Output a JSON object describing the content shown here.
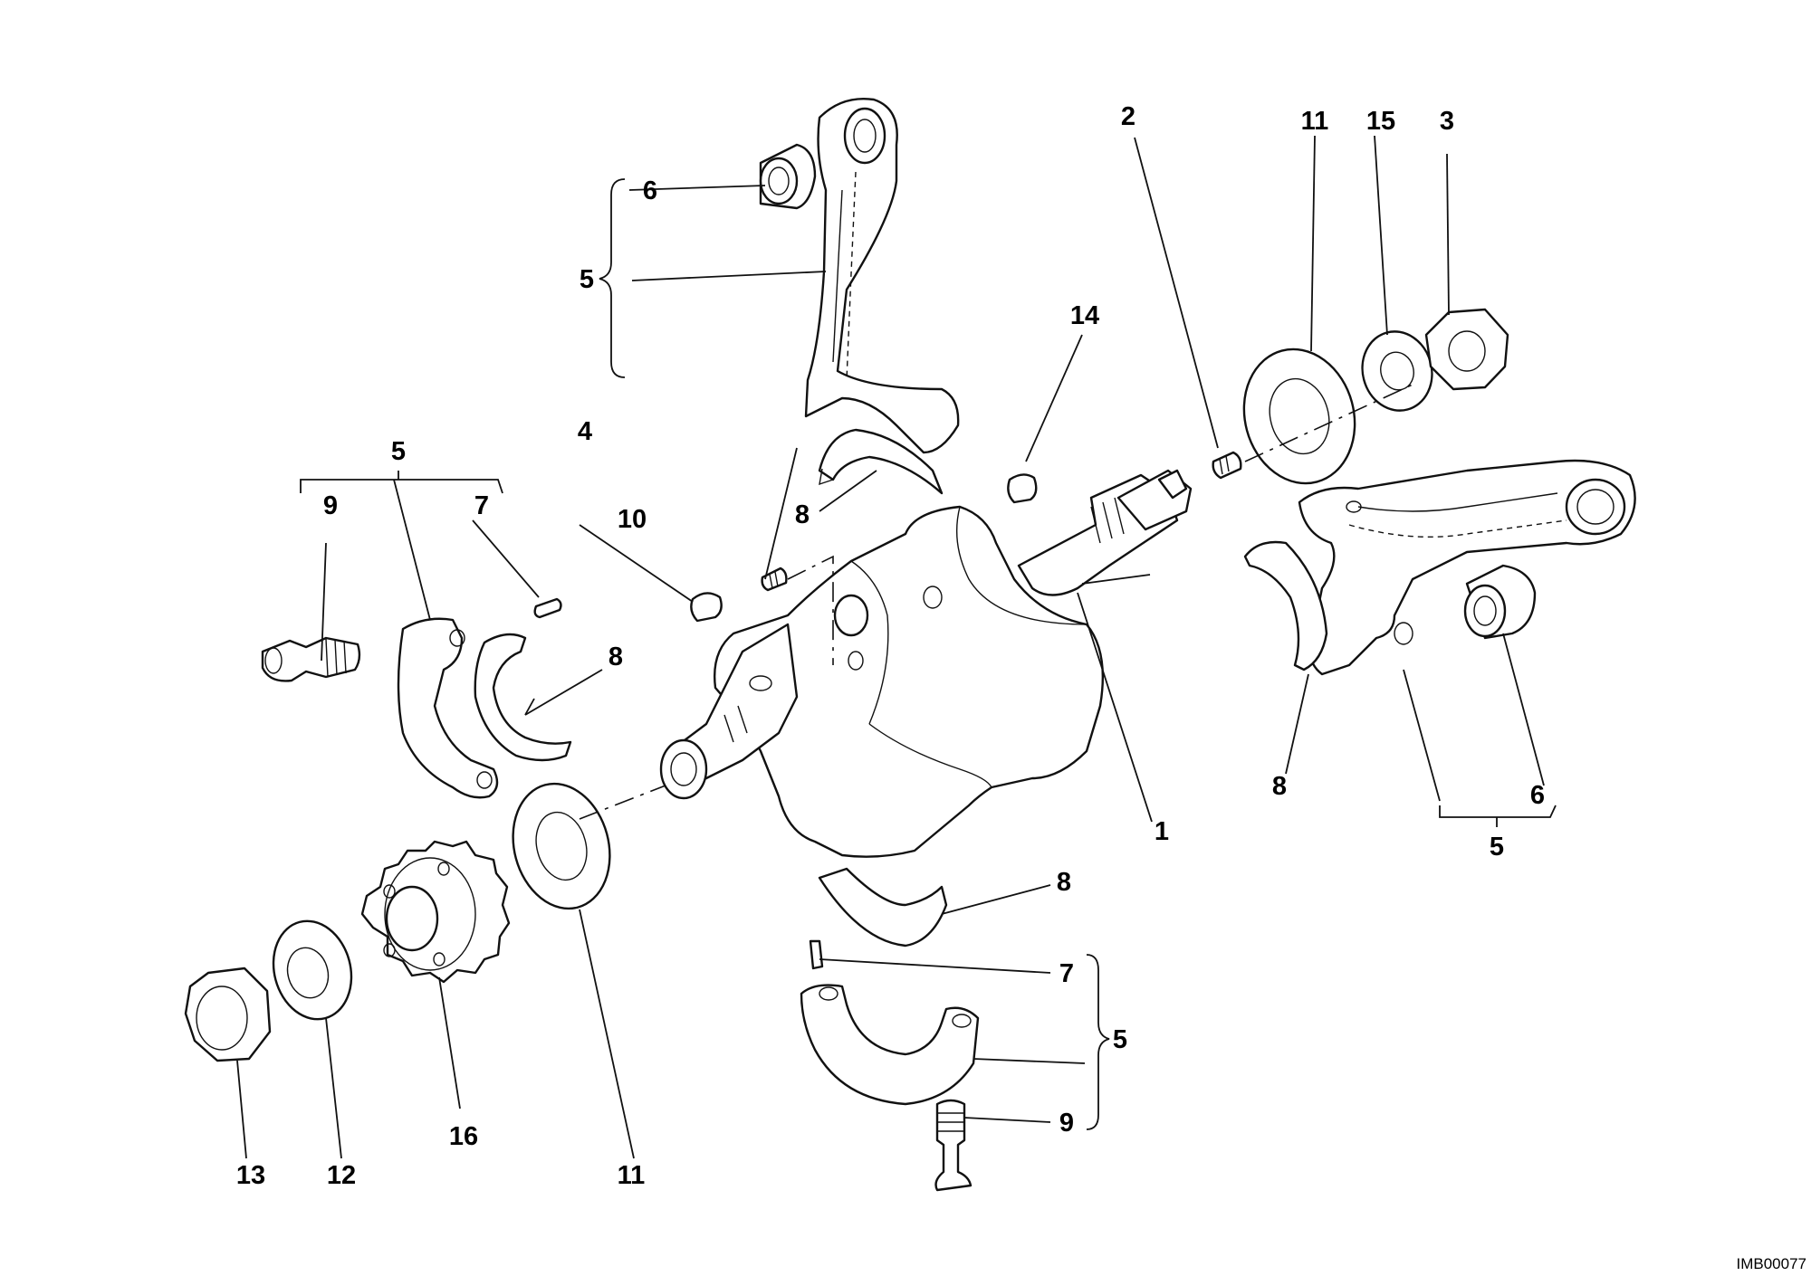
{
  "diagram": {
    "image_code": "IMB00077",
    "callouts": [
      {
        "id": "c1",
        "text": "1"
      },
      {
        "id": "c2",
        "text": "2"
      },
      {
        "id": "c3",
        "text": "3"
      },
      {
        "id": "c4",
        "text": "4"
      },
      {
        "id": "c5a",
        "text": "5"
      },
      {
        "id": "c5b",
        "text": "5"
      },
      {
        "id": "c5c",
        "text": "5"
      },
      {
        "id": "c5d",
        "text": "5"
      },
      {
        "id": "c6a",
        "text": "6"
      },
      {
        "id": "c6b",
        "text": "6"
      },
      {
        "id": "c7a",
        "text": "7"
      },
      {
        "id": "c7b",
        "text": "7"
      },
      {
        "id": "c8a",
        "text": "8"
      },
      {
        "id": "c8b",
        "text": "8"
      },
      {
        "id": "c8c",
        "text": "8"
      },
      {
        "id": "c8d",
        "text": "8"
      },
      {
        "id": "c9a",
        "text": "9"
      },
      {
        "id": "c9b",
        "text": "9"
      },
      {
        "id": "c10",
        "text": "10"
      },
      {
        "id": "c11a",
        "text": "11"
      },
      {
        "id": "c11b",
        "text": "11"
      },
      {
        "id": "c12",
        "text": "12"
      },
      {
        "id": "c13",
        "text": "13"
      },
      {
        "id": "c14",
        "text": "14"
      },
      {
        "id": "c15",
        "text": "15"
      },
      {
        "id": "c16",
        "text": "16"
      }
    ]
  }
}
